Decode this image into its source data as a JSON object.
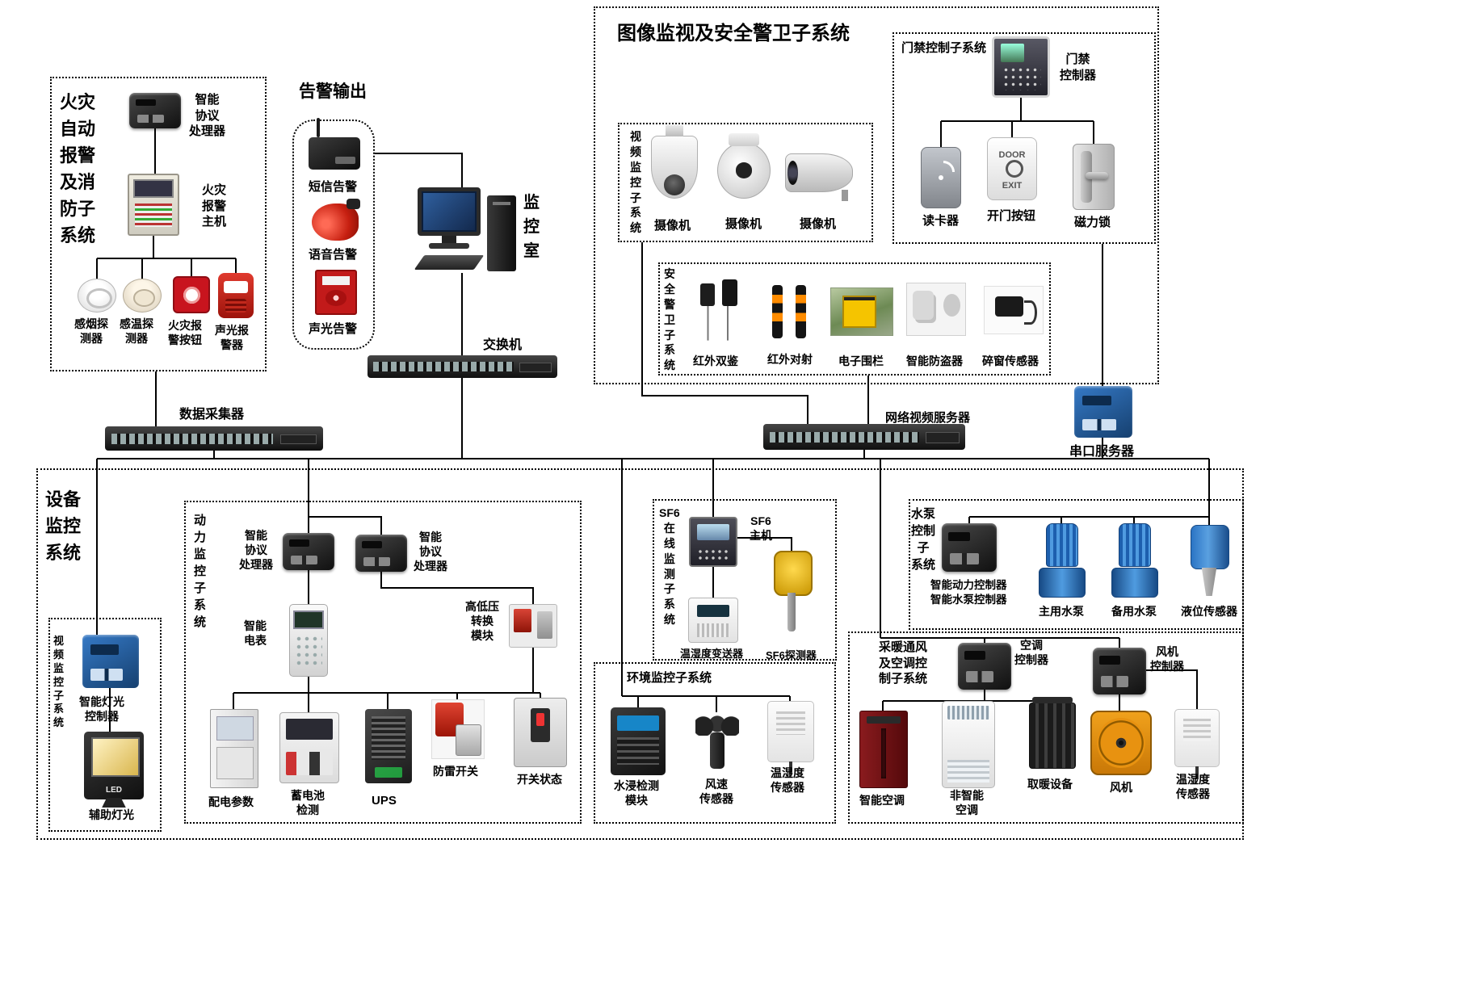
{
  "colors": {
    "wire": "#000000",
    "alarm_red": "#c21a1a",
    "device_dark": "#1a1a1a",
    "pump_blue": "#2b74c4",
    "fan_orange": "#e8960f",
    "serial_blue": "#2e6fba"
  },
  "fire": {
    "title": "火灾\n自动\n报警\n及消\n防子\n系统",
    "processor": "智能\n协议\n处理器",
    "host": "火灾\n报警\n主机",
    "smoke": "感烟探\n测器",
    "temp": "感温探\n测器",
    "button": "火灾报\n警按钮",
    "sounder": "声光报\n警器"
  },
  "alarm_out": {
    "title": "告警输出",
    "sms": "短信告警",
    "voice": "语音告警",
    "sound_light": "声光告警"
  },
  "monitor_room_label": "监\n控\n室",
  "switch_label": "交换机",
  "collector_label": "数据采集器",
  "nvs_label": "网络视频服务器",
  "serial_label": "串口服务器",
  "surveillance": {
    "title": "图像监视及安全警卫子系统",
    "access": {
      "title": "门禁控制子系统",
      "controller": "门禁\n控制器",
      "reader": "读卡器",
      "button": "开门按钮",
      "lock": "磁力锁",
      "door_text": "DOOR\nEXIT"
    },
    "video": {
      "title": "视\n频\n监\n控\n子\n系\n统",
      "cams": [
        "摄像机",
        "摄像机",
        "摄像机"
      ]
    },
    "security": {
      "title": "安\n全\n警\n卫\n子\n系\n统",
      "ir_dual": "红外双鉴",
      "ir_beam": "红外对射",
      "fence": "电子围栏",
      "antitheft": "智能防盗器",
      "window_sensor": "碎窗传感器"
    }
  },
  "equipment": {
    "title": "设备\n监控\n系统",
    "video_sub": {
      "title": "视\n频\n监\n控\n子\n系\n统",
      "light_controller": "智能灯光\n控制器",
      "aux_light": "辅助灯光",
      "led": "LED"
    },
    "power": {
      "title": "动\n力\n监\n控\n子\n系\n统",
      "processor1": "智能\n协议\n处理器",
      "processor2": "智能\n协议\n处理器",
      "meter": "智能\n电表",
      "hv_module": "高低压\n转换\n模块",
      "distribution": "配电参数",
      "battery": "蓄电池\n检测",
      "ups": "UPS",
      "surge": "防雷开关",
      "switch_state": "开关状态"
    },
    "sf6": {
      "title": "SF6\n在\n线\n监\n测\n子\n系\n统",
      "host": "SF6\n主机",
      "transmitter": "温湿度变送器",
      "detector": "SF6探测器"
    },
    "env": {
      "title": "环境监控子系统",
      "water": "水浸检测\n模块",
      "wind": "风速\n传感器",
      "th": "温湿度\n传感器"
    },
    "pump": {
      "title": "水泵\n控制\n子\n系统",
      "controller": "智能动力控制器\n智能水泵控制器",
      "main": "主用水泵",
      "backup": "备用水泵",
      "level": "液位传感器"
    },
    "hvac": {
      "title": "采暖通风\n及空调控\n制子系统",
      "ac_controller": "空调\n控制器",
      "fan_controller": "风机\n控制器",
      "smart_ac": "智能空调",
      "plain_ac": "非智能\n空调",
      "heater": "取暖设备",
      "fan": "风机",
      "th": "温湿度\n传感器"
    }
  }
}
